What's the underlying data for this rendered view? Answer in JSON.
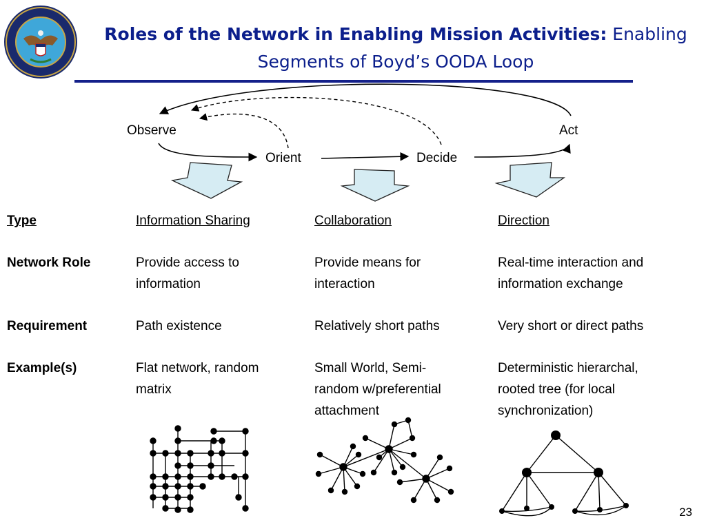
{
  "title": {
    "bold": "Roles of the Network in Enabling Mission Activities:",
    "normal_line1": " Enabling",
    "line2": "Segments of Boyd’s OODA Loop"
  },
  "ooda": {
    "observe": "Observe",
    "orient": "Orient",
    "decide": "Decide",
    "act": "Act"
  },
  "table": {
    "row_headers": [
      "Type",
      "Network Role",
      "Requirement",
      "Example(s)"
    ],
    "columns": [
      {
        "type": "Information Sharing",
        "role": [
          "Provide access to",
          "information"
        ],
        "requirement": "Path existence",
        "example": [
          "Flat network, random",
          "matrix"
        ]
      },
      {
        "type": "Collaboration",
        "role": [
          "Provide means for",
          "interaction"
        ],
        "requirement": "Relatively short paths",
        "example": [
          "Small World, Semi-",
          "random w/preferential",
          "attachment"
        ]
      },
      {
        "type": "Direction",
        "role": [
          "Real-time interaction and",
          "information exchange"
        ],
        "requirement": "Very short or direct paths",
        "example": [
          "Deterministic hierarchal,",
          "rooted tree (for local",
          "synchronization)"
        ]
      }
    ]
  },
  "colors": {
    "title": "#0c1f8c",
    "rule": "#14208a",
    "arrow_fill": "#d6ecf3"
  },
  "page_number": "23"
}
